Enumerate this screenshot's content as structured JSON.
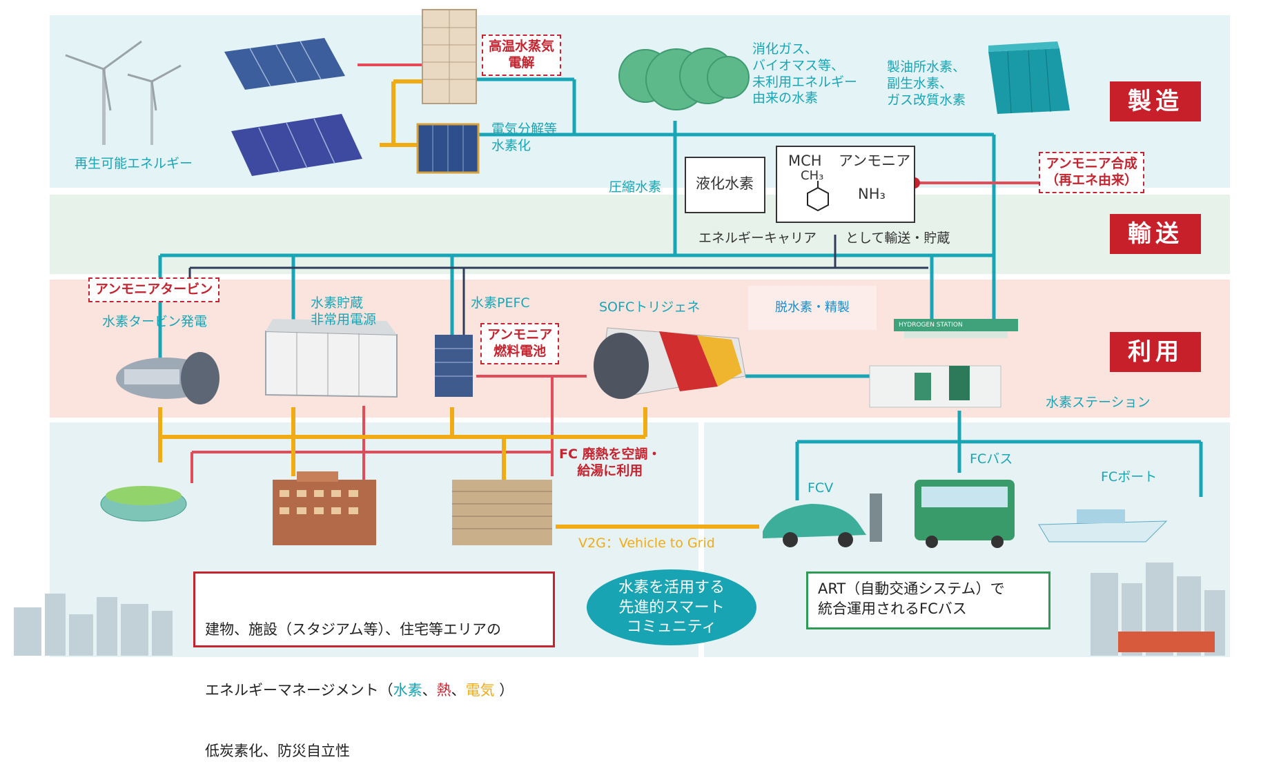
{
  "stages": [
    "製造",
    "輸送",
    "利用"
  ],
  "production": {
    "renewable": "再生可能エネルギー",
    "hte": "高温水蒸気\n電解",
    "electrolysis": "電気分解等\n水素化",
    "biogas": "消化ガス、\nバイオマス等、\n未利用エネルギー\n由来の水素",
    "refinery": "製油所水素、\n副生水素、\nガス改質水素",
    "ammonia_synthesis": "アンモニア合成\n（再エネ由来）"
  },
  "transport": {
    "compressed": "圧縮水素",
    "liquefied": "液化水素",
    "mch": "MCH",
    "ch3": "CH₃",
    "ammonia": "アンモニア",
    "nh3": "NH₃",
    "carrier_caption": "エネルギーキャリア",
    "carrier_caption2": "として輸送・貯蔵",
    "dehydrogenation": "脱水素・精製"
  },
  "use": {
    "ammonia_turbine": "アンモニアタービン",
    "h2_turbine": "水素タービン発電",
    "storage": "水素貯蔵\n非常用電源",
    "pefc": "水素PEFC",
    "ammonia_fc": "アンモニア\n燃料電池",
    "sofc": "SOFCトリジェネ",
    "station": "水素ステーション",
    "station_sign": "HYDROGEN STATION",
    "fc_heat": "FC 廃熱を空調・\n給湯に利用",
    "fcv": "FCV",
    "fcbus": "FCバス",
    "fcboat": "FCボート",
    "v2g": "V2G：Vehicle to Grid"
  },
  "bottom": {
    "left_box_line1": "建物、施設（スタジアム等）、住宅等エリアの",
    "left_box_line2a": "エネルギーマネージメント（",
    "left_box_h2": "水素",
    "left_box_sep1": "、",
    "left_box_heat": "熱",
    "left_box_sep2": "、",
    "left_box_elec": "電気",
    "left_box_close": " ）",
    "left_box_line3": "低炭素化、防災自立性",
    "center": "水素を活用する\n先進的スマート\nコミュニティ",
    "right_box": "ART（自動交通システム）で\n統合運用されるFCバス"
  },
  "colors": {
    "teal": "#18a5b5",
    "red": "#c4242f",
    "orange": "#f0ab15",
    "navy": "#2f3c5a",
    "stage": "#c8202a"
  }
}
